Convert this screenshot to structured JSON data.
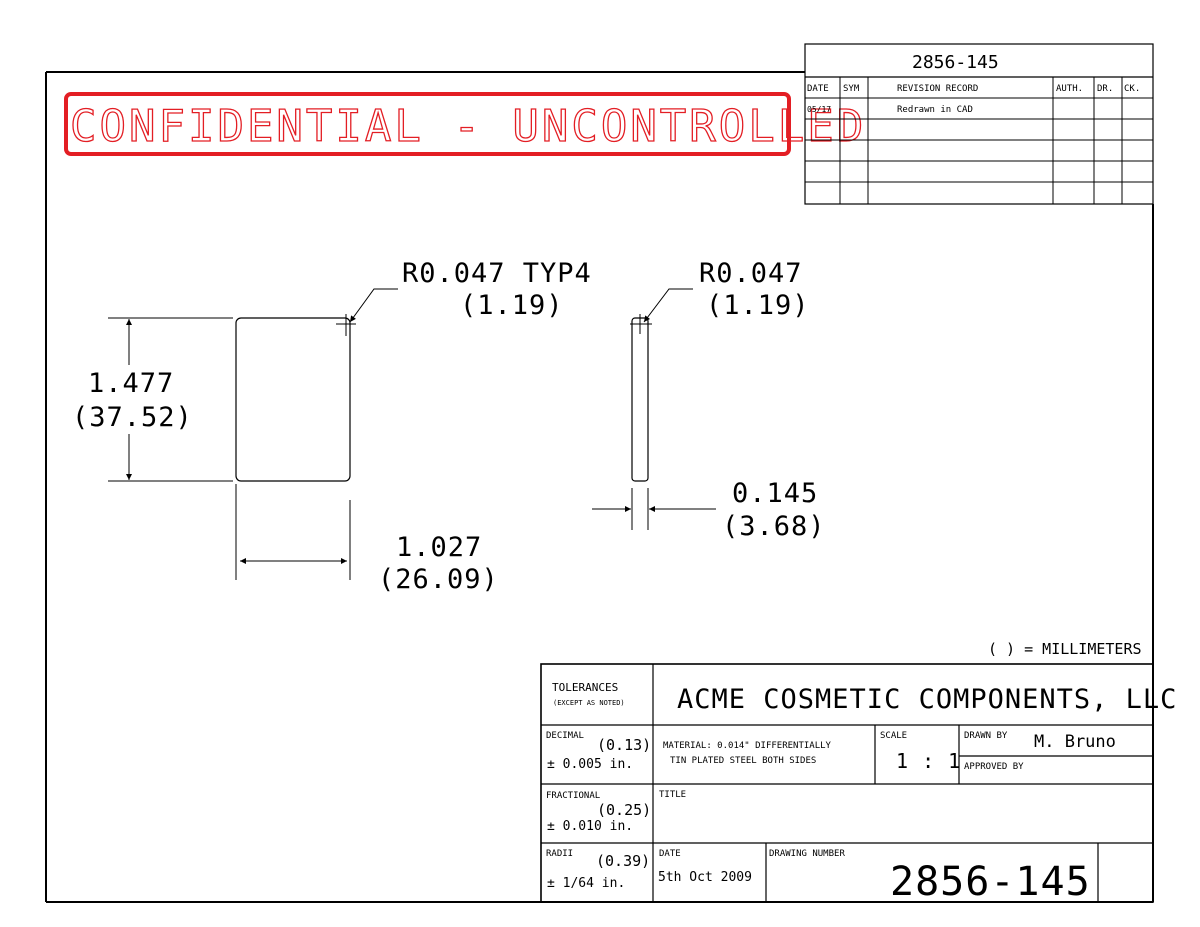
{
  "watermark": "CONFIDENTIAL - UNCONTROLLED",
  "top_drawing_number": "2856-145",
  "revision_table": {
    "headers": {
      "date": "DATE",
      "sym": "SYM",
      "record": "REVISION RECORD",
      "auth": "AUTH.",
      "dr": "DR.",
      "ck": "CK."
    },
    "rows": [
      {
        "date": "05/17",
        "sym": "",
        "record": "Redrawn in CAD",
        "auth": "",
        "dr": "",
        "ck": ""
      }
    ]
  },
  "dimensions": {
    "front_radius": "R0.047 TYP4",
    "front_radius_mm": "(1.19)",
    "height": "1.477",
    "height_mm": "(37.52)",
    "width": "1.027",
    "width_mm": "(26.09)",
    "side_radius": "R0.047",
    "side_radius_mm": "(1.19)",
    "thickness": "0.145",
    "thickness_mm": "(3.68)"
  },
  "units_note": "( ) = MILLIMETERS",
  "title_block": {
    "tolerances_label": "TOLERANCES",
    "tolerances_sub": "(EXCEPT AS NOTED)",
    "company": "ACME COSMETIC COMPONENTS, LLC",
    "decimal_label": "DECIMAL",
    "decimal_mm": "(0.13)",
    "decimal_tol": "± 0.005 in.",
    "material_line1": "MATERIAL: 0.014\" DIFFERENTIALLY",
    "material_line2": "TIN PLATED STEEL BOTH SIDES",
    "scale_label": "SCALE",
    "scale_value": "1 : 1",
    "drawn_by_label": "DRAWN BY",
    "drawn_by": "M. Bruno",
    "approved_by_label": "APPROVED BY",
    "fractional_label": "FRACTIONAL",
    "fractional_mm": "(0.25)",
    "fractional_tol": "± 0.010 in.",
    "title_label": "TITLE",
    "radii_label": "RADII",
    "radii_mm": "(0.39)",
    "radii_tol": "± 1/64 in.",
    "date_label": "DATE",
    "date_value": "5th Oct 2009",
    "drawing_number_label": "DRAWING NUMBER",
    "drawing_number": "2856-145"
  }
}
